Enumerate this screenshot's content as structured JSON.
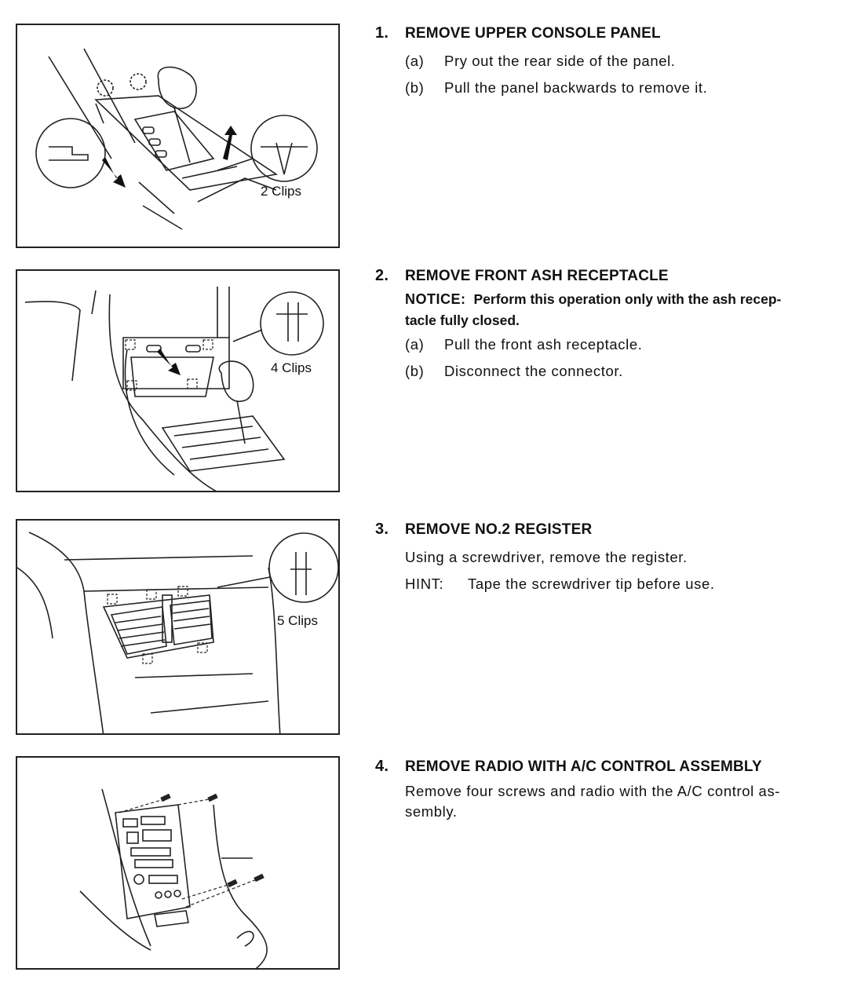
{
  "steps": [
    {
      "number": "1.",
      "title": "REMOVE UPPER CONSOLE PANEL",
      "items": [
        {
          "tag": "(a)",
          "text": "Pry out the rear side of the panel."
        },
        {
          "tag": "(b)",
          "text": "Pull the panel backwards to remove it."
        }
      ],
      "figure_label": "2 Clips"
    },
    {
      "number": "2.",
      "title": "REMOVE FRONT ASH RECEPTACLE",
      "notice_label": "NOTICE:",
      "notice_text": "Perform this operation only with the ash recep-",
      "notice_text2": "tacle fully closed.",
      "items": [
        {
          "tag": "(a)",
          "text": "Pull the front ash receptacle."
        },
        {
          "tag": "(b)",
          "text": "Disconnect the connector."
        }
      ],
      "figure_label": "4 Clips"
    },
    {
      "number": "3.",
      "title": "REMOVE NO.2 REGISTER",
      "text": "Using a screwdriver, remove the register.",
      "hint_label": "HINT:",
      "hint_text": "Tape the screwdriver tip before use.",
      "figure_label": "5 Clips"
    },
    {
      "number": "4.",
      "title": "REMOVE RADIO WITH A/C CONTROL ASSEMBLY",
      "text": "Remove four screws and radio with the A/C control as-",
      "text2": "sembly."
    }
  ]
}
